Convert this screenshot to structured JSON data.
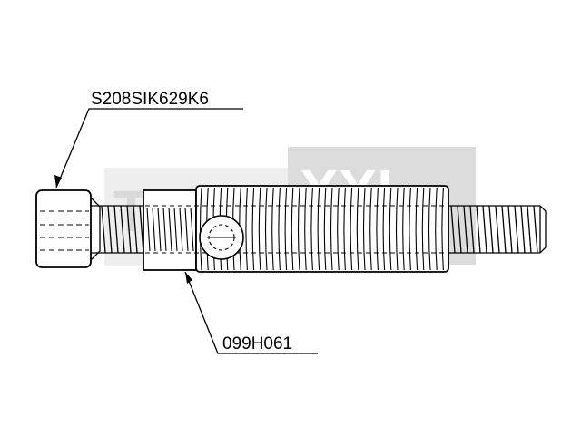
{
  "callouts": {
    "screw_part_number": "S208SIK629K6",
    "sleeve_part_number": "099H061"
  },
  "watermark": {
    "text_left": "Tool",
    "text_right": "XXL",
    "light_color": "#e6e6e6",
    "dark_color": "#d4d4d4"
  },
  "colors": {
    "line": "#000000",
    "background": "#ffffff"
  }
}
